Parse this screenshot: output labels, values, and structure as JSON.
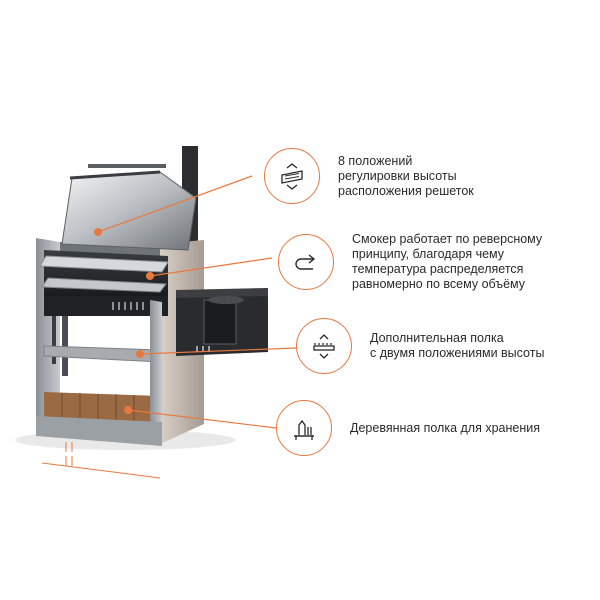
{
  "colors": {
    "accent": "#e8793e",
    "steel": "#9ea3a8",
    "dark_steel": "#2b2d30",
    "wood": "#9a6a44",
    "text": "#2a2a2a"
  },
  "features": [
    {
      "icon": "grate-height-levels-icon",
      "text": "8 положений\nрегулировки высоты\nрасположения решеток"
    },
    {
      "icon": "reverse-flow-arrow-icon",
      "text": "Смокер работает по реверсному\nпринципу, благодаря чему\nтемпература распределяется\nравномерно по всему объёму"
    },
    {
      "icon": "shelf-two-positions-icon",
      "text": "Дополнительная полка\nс двумя положениями высоты"
    },
    {
      "icon": "wood-storage-shelf-icon",
      "text": "Деревянная полка для хранения"
    }
  ]
}
